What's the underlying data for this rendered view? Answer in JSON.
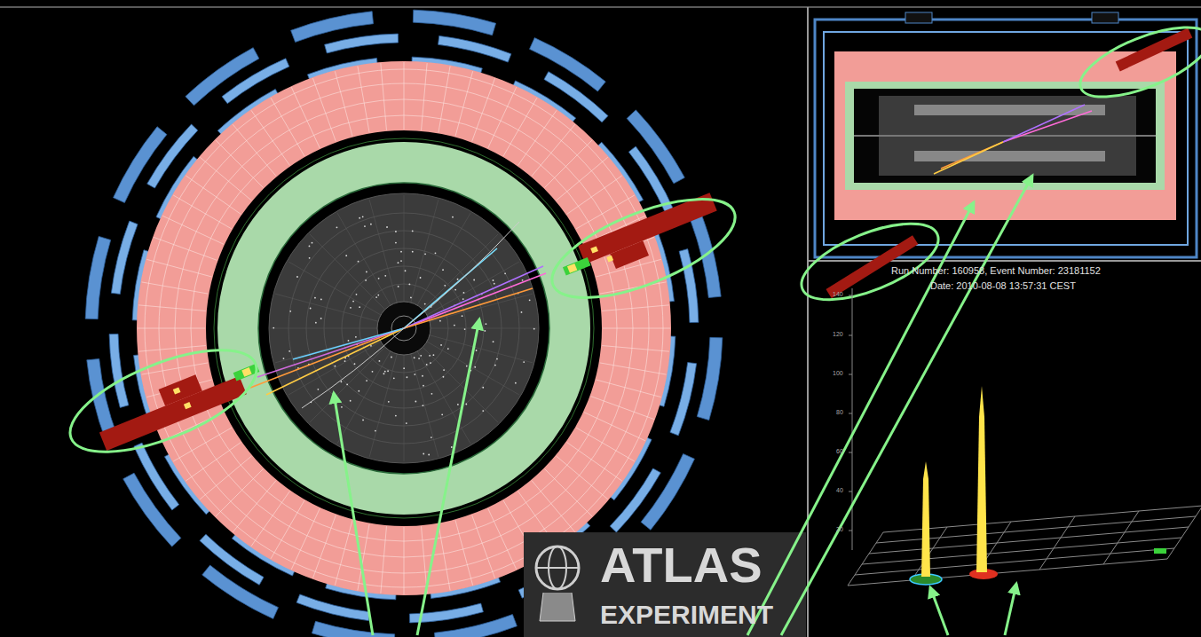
{
  "diagram": {
    "labels": [
      "ATLAS",
      "EXPERIMENT",
      "Run Number: 160958, Event Number: 23181152",
      "Date: 2010-08-08 13:57:31 CEST",
      "140",
      "120",
      "100",
      "80",
      "60",
      "40",
      "20"
    ]
  }
}
